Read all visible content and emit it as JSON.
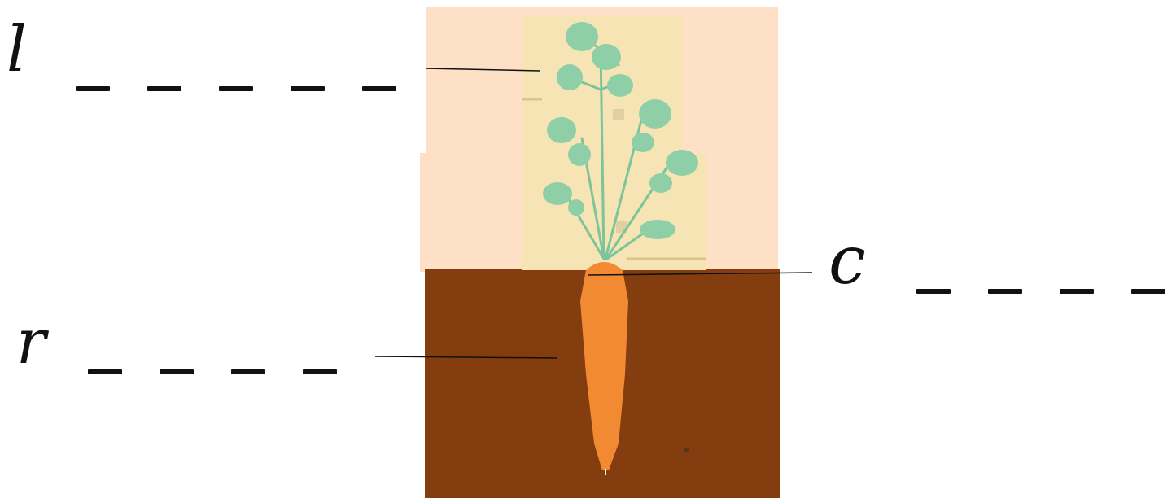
{
  "diagram": {
    "labels": [
      {
        "id": "leaf",
        "initial": "l",
        "blank_count": 5
      },
      {
        "id": "crown",
        "initial": "c",
        "blank_count": 4
      },
      {
        "id": "root",
        "initial": "r",
        "blank_count": 4
      }
    ],
    "colors": {
      "sky": "#fde0c5",
      "soil": "#833d0e",
      "card": "#f6e4b4",
      "foliage": "#8fcfa8",
      "stem": "#7cc59a",
      "carrot": "#f28a33",
      "text": "#111111"
    }
  }
}
